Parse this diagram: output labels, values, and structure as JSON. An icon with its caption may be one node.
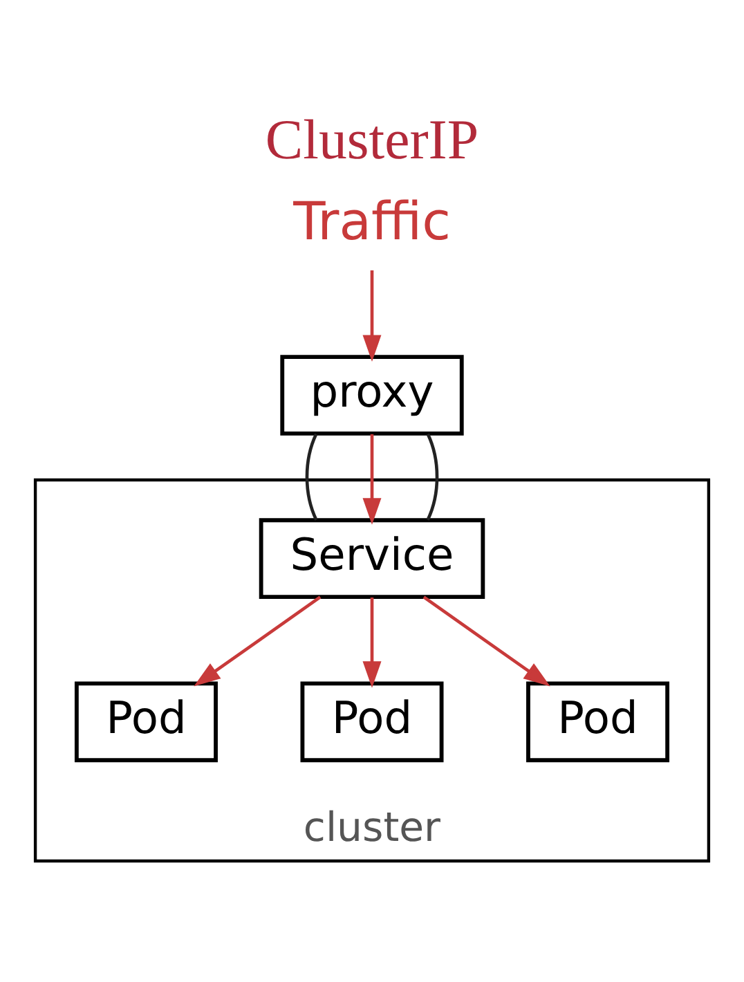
{
  "diagram": {
    "title": "ClusterIP",
    "nodes": [
      {
        "text": [
          "Traffic"
        ]
      },
      {
        "text": [
          "proxy"
        ]
      },
      {
        "text": [
          "cluster"
        ]
      },
      {
        "text": [
          "Service"
        ],
        "in": 2
      },
      {
        "text": [
          "Pod"
        ],
        "in": 2
      },
      {
        "text": [
          "Pod"
        ],
        "in": 2
      },
      {
        "text": [
          "Pod"
        ],
        "in": 2
      }
    ],
    "edges": [
      {
        "from": 0,
        "to": 1,
        "arrow": "to"
      },
      {
        "from": 1,
        "to": 3,
        "arrow": "none",
        "color": "#222222"
      },
      {
        "from": 1,
        "to": 3,
        "arrow": "to"
      },
      {
        "from": 1,
        "to": 3,
        "arrow": "none",
        "color": "#222222"
      },
      {
        "from": 3,
        "to": 4,
        "arrow": "to"
      },
      {
        "from": 3,
        "to": 5,
        "arrow": "to"
      },
      {
        "from": 3,
        "to": 6,
        "arrow": "to"
      }
    ]
  }
}
